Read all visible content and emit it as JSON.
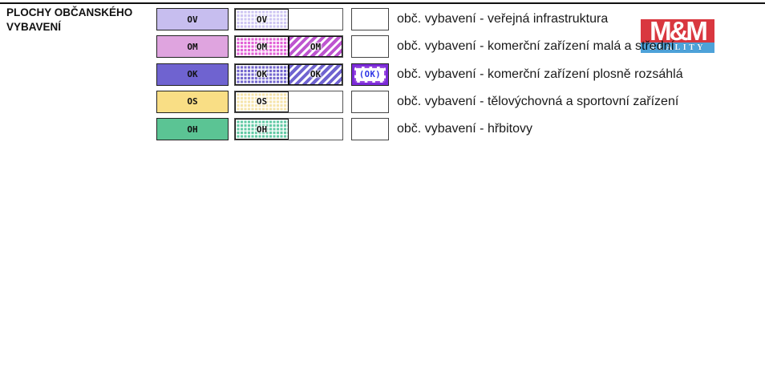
{
  "title": "PLOCHY OBČANSKÉHO\nVYBAVENÍ",
  "legend": {
    "rows": [
      {
        "code": "OV",
        "description": "obč. vybavení - veřejná infrastruktura",
        "solid": "#C7BEEF",
        "grid": "#CFC7F3",
        "stripe": null,
        "overlay": false
      },
      {
        "code": "OM",
        "description": "obč. vybavení - komerční zařízení malá a střední",
        "solid": "#DFA4DF",
        "grid": "#E263D7",
        "stripe": "#BE55D0",
        "overlay": false
      },
      {
        "code": "OK",
        "description": "obč. vybavení - komerční zařízení plosně rozsáhlá",
        "solid": "#6F63D0",
        "grid": "#7568CF",
        "stripe": "#6F63D0",
        "overlay": true,
        "overlay_label": "(OK)"
      },
      {
        "code": "OS",
        "description": "obč. vybavení - tělovýchovná a sportovní zařízení",
        "solid": "#F9DE85",
        "grid": "#F6E5AC",
        "stripe": null,
        "overlay": false
      },
      {
        "code": "OH",
        "description": "obč. vybavení - hřbitovy",
        "solid": "#5BC494",
        "grid": "#63CAA5",
        "stripe": null,
        "overlay": false
      }
    ]
  },
  "watermark": {
    "top_label": "M&M",
    "bottom_label": "REALITY",
    "red": "#D6262E",
    "blue": "#3E9AD6"
  }
}
